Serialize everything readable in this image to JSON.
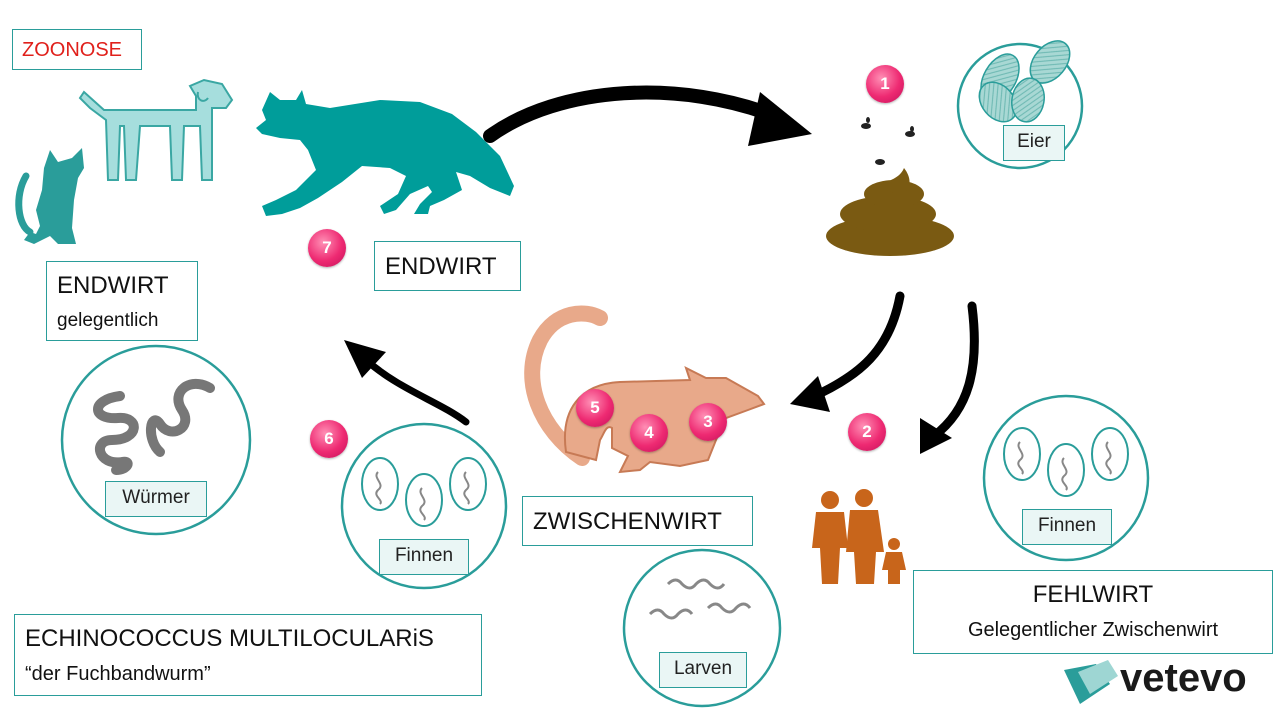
{
  "zoonose": "ZOONOSE",
  "endwirt_main": "ENDWIRT",
  "endwirt_occasional": {
    "title": "ENDWIRT",
    "subtitle": "gelegentlich"
  },
  "zwischenwirt": "ZWISCHENWIRT",
  "fehlwirt": {
    "title": "FEHLWIRT",
    "subtitle": "Gelegentlicher Zwischenwirt"
  },
  "species": {
    "name": "ECHINOCOCCUS MULTILOCULARiS",
    "common": "“der Fuchbandwurm”"
  },
  "stages": {
    "eggs": "Eier",
    "worms": "Würmer",
    "cysts": "Finnen",
    "larvae": "Larven"
  },
  "steps": [
    "1",
    "2",
    "3",
    "4",
    "5",
    "6",
    "7"
  ],
  "brand": "vetevo",
  "colors": {
    "teal": "#2a9d9a",
    "badge": "#ee2a72",
    "zoonose": "#e0201b",
    "rodent": "#e8a98a",
    "human": "#c8651b",
    "feces": "#7a5a12"
  }
}
